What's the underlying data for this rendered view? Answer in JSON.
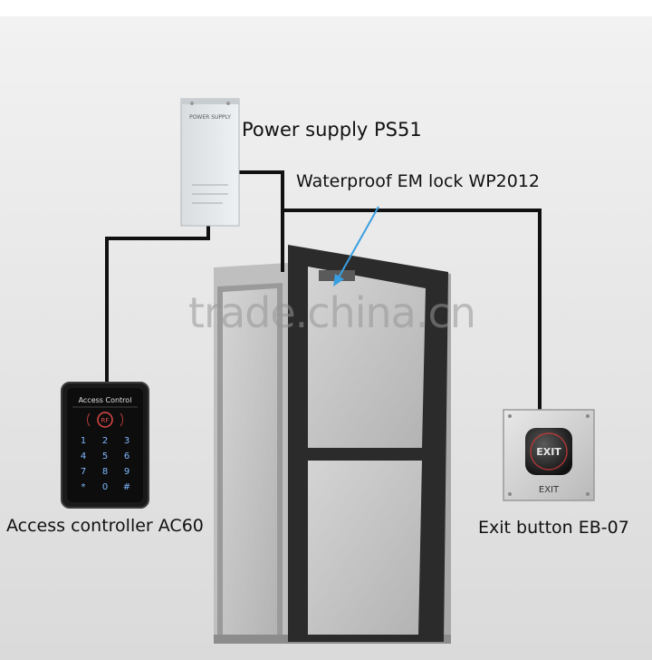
{
  "labels": {
    "power_supply": "Power supply PS51",
    "em_lock": "Waterproof EM lock WP2012",
    "access_controller": "Access controller AC60",
    "exit_button": "Exit button EB-07"
  },
  "devices": {
    "power_supply_face_text": "POWER SUPPLY",
    "keypad_title": "Access Control",
    "rf_badge": "RF",
    "keys": [
      "1",
      "2",
      "3",
      "4",
      "5",
      "6",
      "7",
      "8",
      "9",
      "*",
      "0",
      "#"
    ],
    "exit_face_text": "EXIT",
    "exit_plate_text": "EXIT"
  },
  "watermark": "trade.china.cn",
  "colors": {
    "wall": "#e6e6e6",
    "cable": "#111111",
    "arrow": "#3a9fe0",
    "keypad_glow": "#7fb8ff",
    "rf_ring": "#e04a4a",
    "door_frame": "#2b2b2b",
    "door_glass": "#bdbdbd"
  }
}
